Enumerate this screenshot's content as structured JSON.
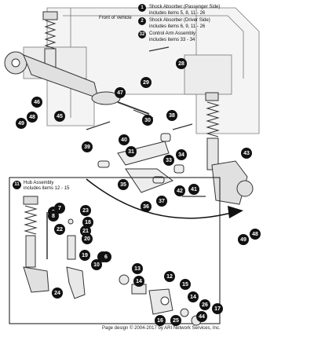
{
  "diagram": {
    "front_label": "Front of Vehicle",
    "legend": [
      {
        "num": "1",
        "title": "Shock Absorber (Passenger Side)",
        "detail": "includes items 5, 8, 11 - 26"
      },
      {
        "num": "2",
        "title": "Shock Absorber (Driver Side)",
        "detail": "includes items 6, 9, 11 - 26"
      },
      {
        "num": "32",
        "title": "Control Arm Assembly",
        "detail": "includes items 33 - 34"
      }
    ],
    "inset": {
      "num": "11",
      "title": "Hub Assembly",
      "detail": "includes items 12 - 15"
    },
    "callouts": [
      "28",
      "29",
      "46",
      "48",
      "49",
      "45",
      "47",
      "39",
      "40",
      "30",
      "31",
      "38",
      "33",
      "34",
      "35",
      "43",
      "42",
      "36",
      "37",
      "41",
      "48",
      "49",
      "7",
      "9",
      "23",
      "8",
      "22",
      "18",
      "21",
      "20",
      "19",
      "5",
      "6",
      "10",
      "13",
      "14",
      "12",
      "15",
      "24",
      "14",
      "26",
      "17",
      "16",
      "25",
      "44"
    ],
    "footer": "Page design © 2004-2017 by ARI Network Services, Inc."
  }
}
